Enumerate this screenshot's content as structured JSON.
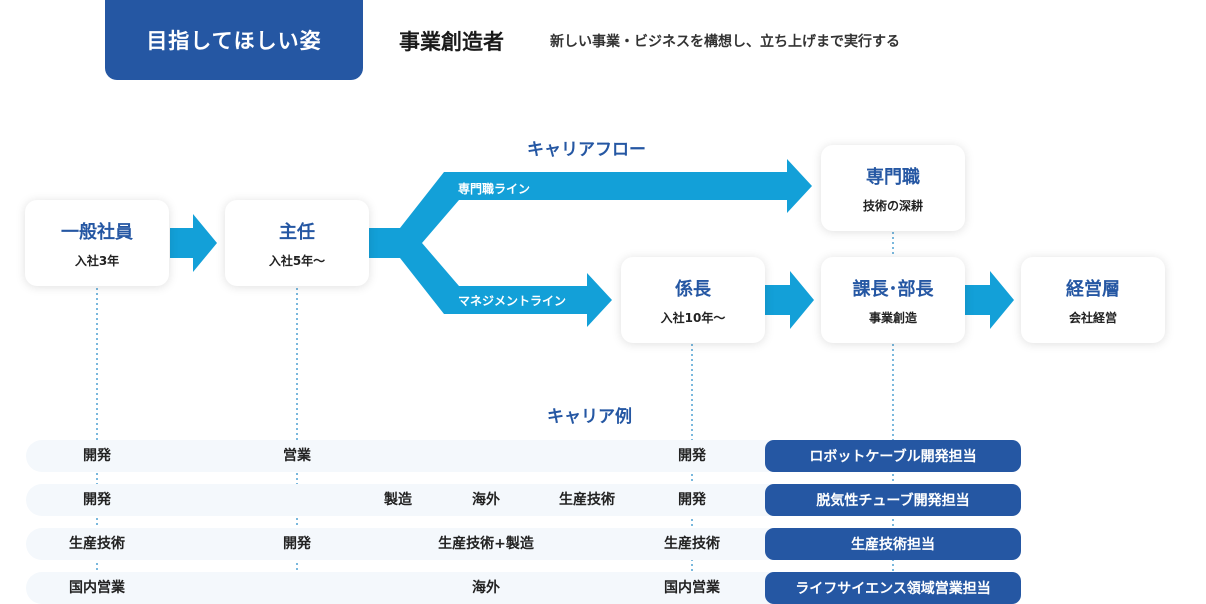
{
  "header": {
    "badge": "目指してほしい姿",
    "title": "事業創造者",
    "description": "新しい事業・ビジネスを構想し、立ち上げまで実行する"
  },
  "flow": {
    "section_title": "キャリアフロー",
    "specialist_line_label": "専門職ライン",
    "management_line_label": "マネジメントライン",
    "nodes": {
      "general_staff": {
        "title": "一般社員",
        "sub": "入社3年"
      },
      "chief": {
        "title": "主任",
        "sub": "入社5年〜"
      },
      "specialist": {
        "title": "専門職",
        "sub": "技術の深耕"
      },
      "section_head": {
        "title": "係長",
        "sub": "入社10年〜"
      },
      "manager": {
        "title": "課長･部長",
        "sub": "事業創造"
      },
      "executive": {
        "title": "経営層",
        "sub": "会社経営"
      }
    }
  },
  "examples": {
    "section_title": "キャリア例",
    "rows": [
      {
        "c1": "開発",
        "c2": "営業",
        "c3": "",
        "c4": "",
        "c5": "",
        "c6": "開発",
        "result": "ロボットケーブル開発担当"
      },
      {
        "c1": "開発",
        "c2": "",
        "c3": "製造",
        "c4": "海外",
        "c5": "生産技術",
        "c6": "開発",
        "result": "脱気性チューブ開発担当"
      },
      {
        "c1": "生産技術",
        "c2": "開発",
        "c3": "",
        "c4": "生産技術+製造",
        "c5": "",
        "c6": "生産技術",
        "result": "生産技術担当"
      },
      {
        "c1": "国内営業",
        "c2": "",
        "c3": "",
        "c4": "海外",
        "c5": "",
        "c6": "国内営業",
        "result": "ライフサイエンス領域営業担当"
      }
    ]
  },
  "colors": {
    "navy": "#2557a3",
    "arrow": "#13a0d8",
    "row_bg": "#f4f8fc",
    "dotted": "#7ab8dd"
  }
}
